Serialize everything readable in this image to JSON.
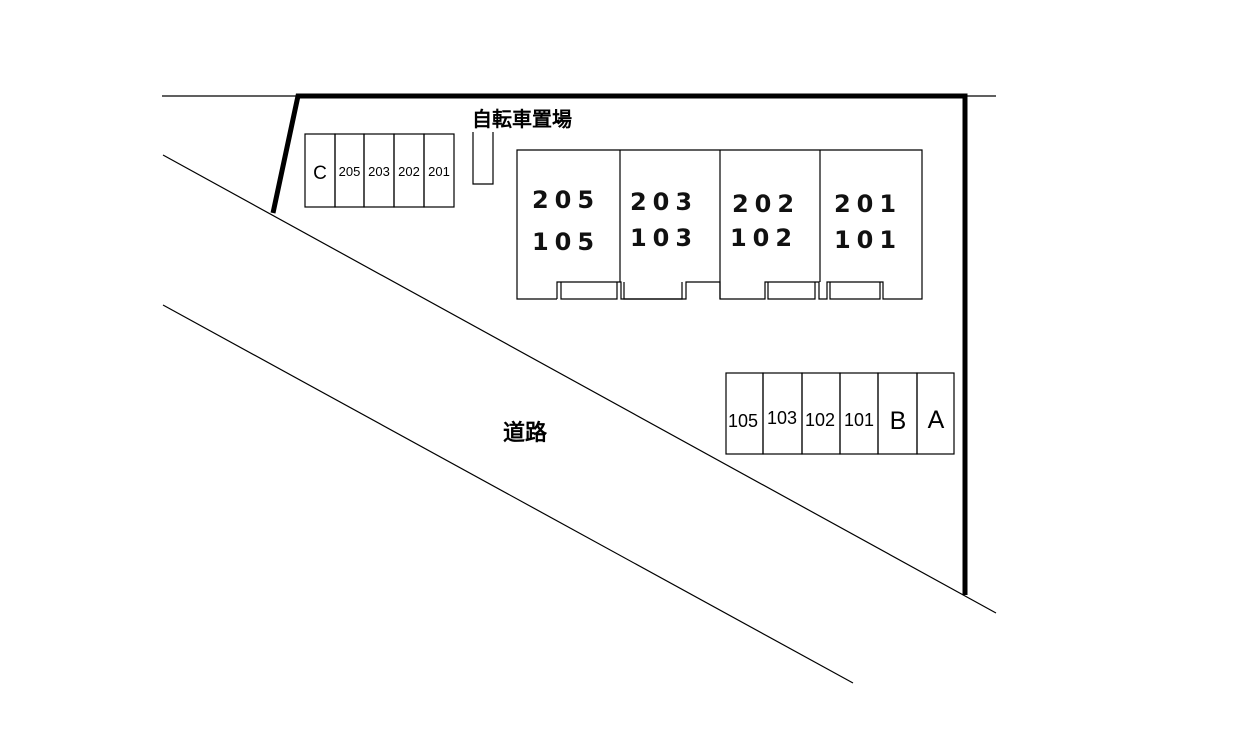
{
  "labels": {
    "bicycle_parking": "自転車置場",
    "road": "道路"
  },
  "building_units": [
    {
      "upper": "205",
      "lower": "105"
    },
    {
      "upper": "203",
      "lower": "103"
    },
    {
      "upper": "202",
      "lower": "102"
    },
    {
      "upper": "201",
      "lower": "101"
    }
  ],
  "parking_top": [
    "C",
    "205",
    "203",
    "202",
    "201"
  ],
  "parking_right": [
    "105",
    "103",
    "102",
    "101",
    "B",
    "A"
  ],
  "colors": {
    "line": "#000000",
    "background": "#ffffff"
  }
}
